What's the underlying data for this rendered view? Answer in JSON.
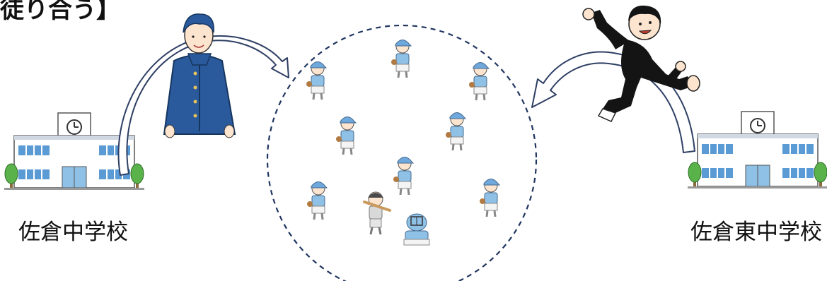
{
  "heading": {
    "fragment": "徒り合う】"
  },
  "schools": [
    {
      "name": "佐倉中学校"
    },
    {
      "name": "佐倉東中学校"
    }
  ],
  "colors": {
    "arrow_outline": "#2e3f64",
    "circle_dash": "#1f3560",
    "uniform_blue": "#2a5a9c",
    "uniform_black": "#141414",
    "player_blue": "#8fc1e6",
    "building_window": "#5b9bd5",
    "tree_green": "#59b34a"
  },
  "icons": [
    "school-building-icon",
    "student-blue-uniform-icon",
    "student-running-icon",
    "baseball-player-icon"
  ]
}
